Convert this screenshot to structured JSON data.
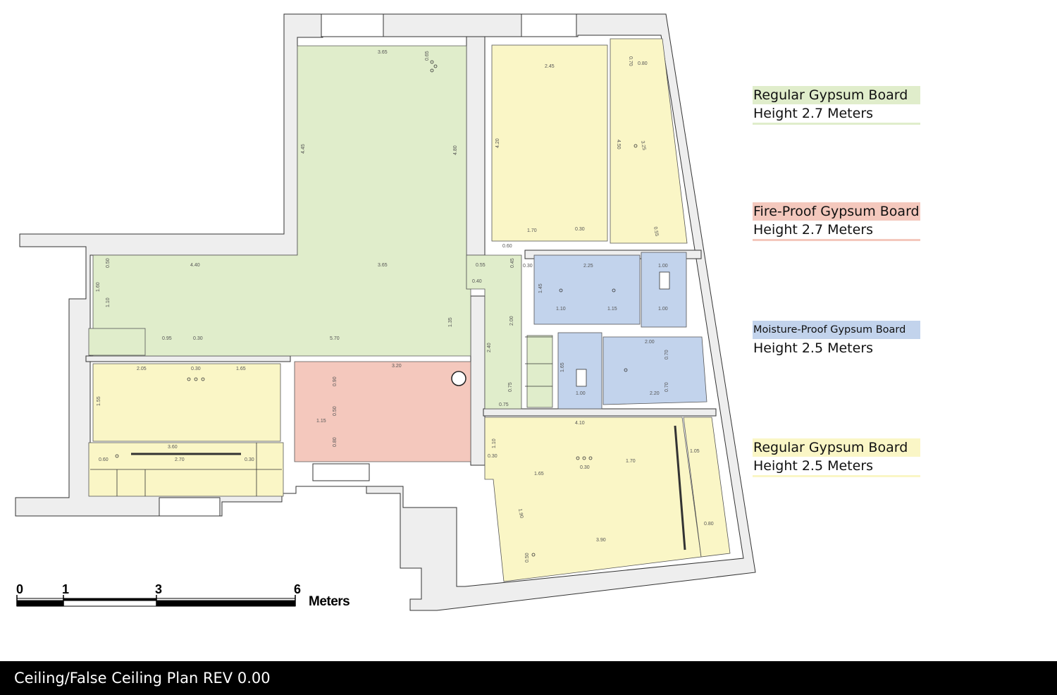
{
  "title": "Ceiling/False Ceiling Plan REV 0.00",
  "colors": {
    "regular_27": "#e0edcb",
    "fire_proof": "#f4c8bd",
    "moisture_proof": "#c2d3ec",
    "regular_25": "#faf6c6",
    "wall": "#eeeeee"
  },
  "legend": [
    {
      "name": "Regular Gypsum Board",
      "height": "Height 2.7 Meters",
      "color": "#e0edcb"
    },
    {
      "name": "Fire-Proof Gypsum Board",
      "height": "Height 2.7 Meters",
      "color": "#f4c8bd"
    },
    {
      "name": "Moisture-Proof Gypsum Board",
      "height": "Height 2.5 Meters",
      "color": "#c2d3ec"
    },
    {
      "name": "Regular Gypsum Board",
      "height": "Height 2.5 Meters",
      "color": "#faf6c6"
    }
  ],
  "scale": {
    "ticks": [
      "0",
      "1",
      "3",
      "6"
    ],
    "unit": "Meters"
  },
  "dimensions": {
    "d365a": "3.65",
    "d065": "0.65",
    "d445": "4.45",
    "d480": "4.80",
    "d440": "4.40",
    "d365b": "3.65",
    "d055": "0.55",
    "d045": "0.45",
    "d040": "0.40",
    "d050a": "0.50",
    "d160": "1.60",
    "d110a": "1.10",
    "d135": "1.35",
    "d200a": "2.00",
    "d095": "0.95",
    "d030a": "0.30",
    "d570": "5.70",
    "d245": "2.45",
    "d420": "4.20",
    "d170a": "1.70",
    "d030b": "0.30",
    "d070a": "0.70",
    "d080a": "0.80",
    "d450": "4.50",
    "d325": "3.25",
    "d055b": "0.55",
    "d060": "0.60",
    "d030c": "0.30",
    "d225": "2.25",
    "d100a": "1.00",
    "d145": "1.45",
    "d110b": "1.10",
    "d115a": "1.15",
    "d100b": "1.00",
    "d165a": "1.65",
    "d100c": "1.00",
    "d200b": "2.00",
    "d070b": "0.70",
    "d070c": "0.70",
    "d220": "2.20",
    "d205": "2.05",
    "d030d": "0.30",
    "d165b": "1.65",
    "d155": "1.55",
    "d320": "3.20",
    "d090": "0.90",
    "d050b": "0.50",
    "d115b": "1.15",
    "d080b": "0.80",
    "d240": "2.40",
    "d075a": "0.75",
    "d075b": "0.75",
    "d360": "3.60",
    "d060b": "0.60",
    "d270": "2.70",
    "d030e": "0.30",
    "d410": "4.10",
    "d110c": "1.10",
    "d030f": "0.30",
    "d165c": "1.65",
    "d030g": "0.30",
    "d170b": "1.70",
    "d190": "1.90",
    "d390": "3.90",
    "d050c": "0.50",
    "d105": "1.05",
    "d080c": "0.80"
  }
}
